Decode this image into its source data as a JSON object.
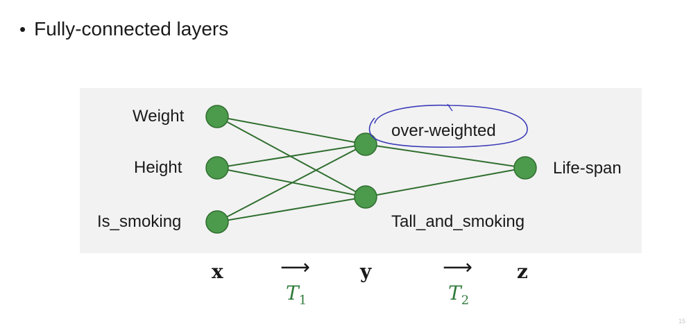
{
  "bullet": {
    "text": "Fully-connected layers"
  },
  "inputs": [
    "Weight",
    "Height",
    "Is_smoking"
  ],
  "hidden": [
    "over-weighted",
    "Tall_and_smoking"
  ],
  "output": "Life-span",
  "vars": {
    "x": "x",
    "y": "y",
    "z": "z"
  },
  "transforms": {
    "t1_main": "T",
    "t1_sub": "1",
    "t2_main": "T",
    "t2_sub": "2"
  },
  "arrow_glyph": "⟶",
  "colors": {
    "node": "#4c9a4c",
    "edge": "#2f6e2f",
    "circle_annotation": "#3b3bb8",
    "transform": "#2e7a3a"
  },
  "slide_number": "15"
}
